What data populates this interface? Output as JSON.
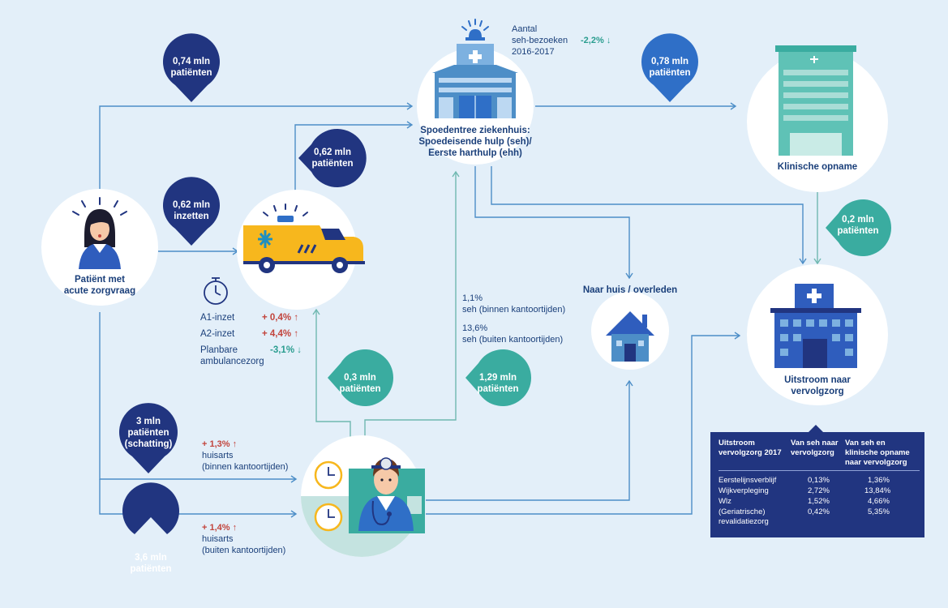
{
  "colors": {
    "background": "#e3eff9",
    "arrow": "#4d8ec7",
    "teal_arrow": "#6fb8b0",
    "bubble_dark": "#213580",
    "bubble_teal": "#3aaca0",
    "text": "#1a3f7a",
    "increase": "#c2443c",
    "decrease": "#2a9d8f"
  },
  "nodes": {
    "patient": {
      "line1": "Patiënt met",
      "line2": "acute zorgvraag",
      "icon": "patient-icon"
    },
    "seh": {
      "line1": "Spoedentree ziekenhuis:",
      "line2": "Spoedeisende hulp (seh)/",
      "line3": "Eerste harthulp (ehh)",
      "icon": "hospital-siren-icon"
    },
    "klinische": {
      "label": "Klinische opname",
      "icon": "hospital-building-icon"
    },
    "ambulance": {
      "icon": "ambulance-icon"
    },
    "huisarts": {
      "icon": "doctor-icon"
    },
    "naar_huis": {
      "label": "Naar huis / overleden",
      "icon": "house-icon"
    },
    "uitstroom": {
      "line1": "Uitstroom naar",
      "line2": "vervolgzorg",
      "icon": "care-facility-icon"
    }
  },
  "bubbles": {
    "b074": {
      "l1": "0,74 mln",
      "l2": "patiënten"
    },
    "b078": {
      "l1": "0,78 mln",
      "l2": "patiënten"
    },
    "b062p": {
      "l1": "0,62 mln",
      "l2": "patiënten"
    },
    "b062i": {
      "l1": "0,62 mln",
      "l2": "inzetten"
    },
    "b02": {
      "l1": "0,2 mln",
      "l2": "patiënten"
    },
    "b03": {
      "l1": "0,3 mln",
      "l2": "patiënten"
    },
    "b129": {
      "l1": "1,29 mln",
      "l2": "patiënten"
    },
    "b3": {
      "l1": "3 mln",
      "l2": "patiënten",
      "l3": "(schatting)"
    },
    "b36": {
      "l1": "3,6 mln",
      "l2": "patiënten"
    }
  },
  "seh_visits": {
    "l1": "Aantal",
    "l2": "seh-bezoeken",
    "l3": "2016-2017",
    "change": "-2,2%",
    "arrow": "↓"
  },
  "ambulance_stats": [
    {
      "label": "A1-inzet",
      "change": "+ 0,4%",
      "arrow": "↑",
      "trend": "up"
    },
    {
      "label": "A2-inzet",
      "change": "+ 4,4%",
      "arrow": "↑",
      "trend": "up"
    },
    {
      "label": "Planbare",
      "label2": "ambulancezorg",
      "change": "-3,1%",
      "arrow": "↓",
      "trend": "down"
    }
  ],
  "seh_shares": {
    "a_value": "1,1%",
    "a_label": "seh (binnen kantoortijden)",
    "b_value": "13,6%",
    "b_label": "seh (buiten kantoortijden)"
  },
  "huisarts_binnen": {
    "change": "+ 1,3%",
    "arrow": "↑",
    "l1": "huisarts",
    "l2": "(binnen kantoortijden)"
  },
  "huisarts_buiten": {
    "change": "+ 1,4%",
    "arrow": "↑",
    "l1": "huisarts",
    "l2": "(buiten kantoortijden)"
  },
  "uitstroom_table": {
    "h1a": "Uitstroom",
    "h1b": "vervolgzorg 2017",
    "h2a": "Van seh naar",
    "h2b": "vervolgzorg",
    "h3a": "Van seh en",
    "h3b": "klinische opname",
    "h3c": "naar vervolgzorg",
    "rows": [
      {
        "name": "Eerstelijnsverblijf",
        "seh": "0,13%",
        "klin": "1,36%"
      },
      {
        "name": "Wijkverpleging",
        "seh": "2,72%",
        "klin": "13,84%"
      },
      {
        "name": "Wlz",
        "seh": "1,52%",
        "klin": "4,66%"
      },
      {
        "name": "(Geriatrische)",
        "name2": "revalidatiezorg",
        "seh": "0,42%",
        "klin": "5,35%"
      }
    ]
  }
}
